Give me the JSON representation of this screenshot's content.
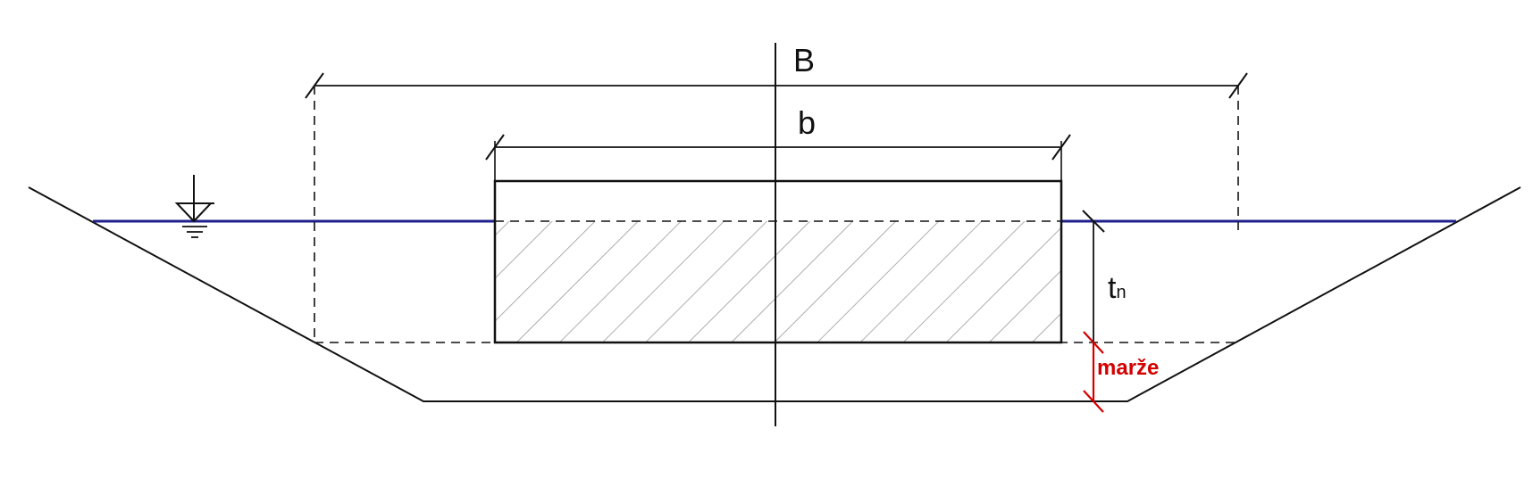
{
  "labels": {
    "B": "B",
    "b": "b",
    "t_main": "t",
    "t_sub": "n",
    "marze": "marže"
  },
  "colors": {
    "line": "#111111",
    "water": "#1f1f8c",
    "hatch": "#9a9a9a",
    "marze": "#d40000",
    "background": "#ffffff"
  },
  "icons": {
    "water_level": "water-level-symbol"
  }
}
